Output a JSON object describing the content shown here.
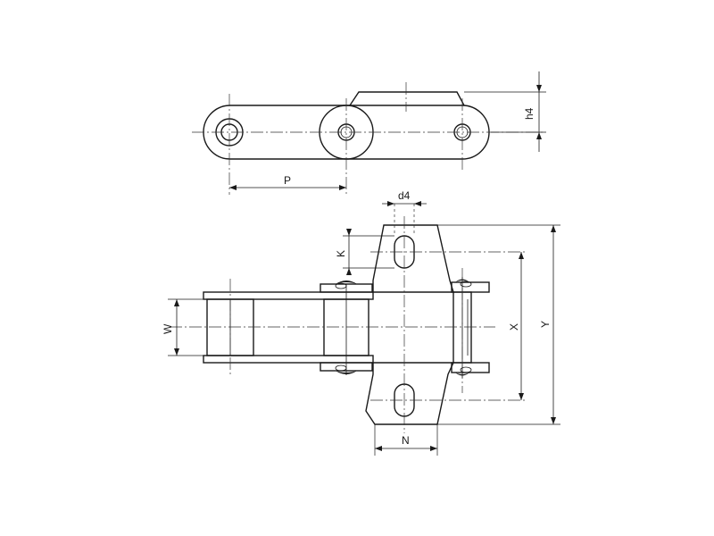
{
  "diagram": {
    "labels": {
      "h4": "h4",
      "P": "P",
      "d4": "d4",
      "K": "K",
      "W": "W",
      "X": "X",
      "Y": "Y",
      "N": "N"
    }
  }
}
